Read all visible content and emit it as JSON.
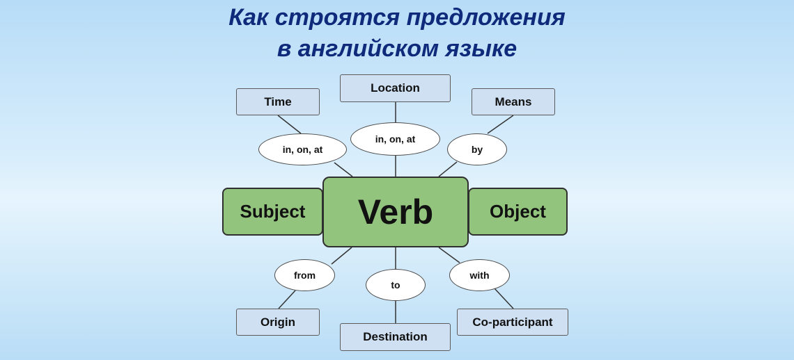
{
  "title": {
    "line1": "Как строятся предложения",
    "line2": "в английском языке"
  },
  "center": {
    "verb": "Verb",
    "subject": "Subject",
    "object": "Object"
  },
  "top": {
    "time": "Time",
    "location": "Location",
    "means": "Means",
    "prep_time": "in, on, at",
    "prep_location": "in, on, at",
    "prep_means": "by"
  },
  "bottom": {
    "origin": "Origin",
    "destination": "Destination",
    "coparticipant": "Co-participant",
    "prep_origin": "from",
    "prep_destination": "to",
    "prep_coparticipant": "with"
  },
  "colors": {
    "title": "#0f2a7a",
    "green_box": "#93c47d",
    "blue_box": "#cfe0f3",
    "ellipse": "#ffffff"
  }
}
